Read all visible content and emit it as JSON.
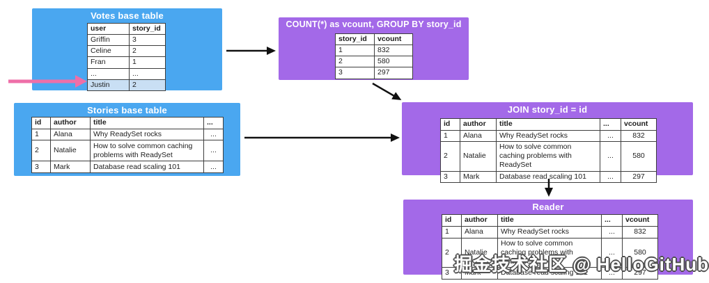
{
  "colors": {
    "blue": "#4AA7F0",
    "purple": "#A369E8",
    "row_highlight": "#C9DFF4",
    "pink_arrow": "#EE6FA8",
    "arrow_black": "#111111",
    "border": "#3d3d3d",
    "text": "#1d1d1d",
    "muted": "#8f8f8f",
    "title_text": "#ffffff",
    "wm_outline": "#4f4f4f"
  },
  "votes_table": {
    "title": "Votes base table",
    "headers": [
      "user",
      "story_id"
    ],
    "rows": [
      [
        "Griffin",
        "3"
      ],
      [
        "Celine",
        "2"
      ],
      [
        "Fran",
        "1"
      ],
      [
        "...",
        "..."
      ],
      [
        "Justin",
        "2"
      ]
    ],
    "highlighted_row": "Justin"
  },
  "count_table": {
    "title": "COUNT(*) as vcount, GROUP BY story_id",
    "headers": [
      "story_id",
      "vcount"
    ],
    "rows": [
      [
        "1",
        "832"
      ],
      [
        "2",
        "580"
      ],
      [
        "3",
        "297"
      ]
    ]
  },
  "stories_table": {
    "title": "Stories base table",
    "headers": [
      "id",
      "author",
      "title",
      "..."
    ],
    "rows": [
      [
        "1",
        "Alana",
        "Why ReadySet rocks",
        "..."
      ],
      [
        "2",
        "Natalie",
        "How to solve common caching problems with ReadySet",
        "..."
      ],
      [
        "3",
        "Mark",
        "Database read scaling 101",
        "..."
      ]
    ]
  },
  "join_table": {
    "title": "JOIN story_id = id",
    "headers": [
      "id",
      "author",
      "title",
      "...",
      "vcount"
    ],
    "rows": [
      [
        "1",
        "Alana",
        "Why ReadySet rocks",
        "...",
        "832"
      ],
      [
        "2",
        "Natalie",
        "How to solve common caching problems with ReadySet",
        "...",
        "580"
      ],
      [
        "3",
        "Mark",
        "Database read scaling 101",
        "...",
        "297"
      ]
    ]
  },
  "reader_table": {
    "title": "Reader",
    "headers": [
      "id",
      "author",
      "title",
      "...",
      "vcount"
    ],
    "rows": [
      [
        "1",
        "Alana",
        "Why ReadySet rocks",
        "...",
        "832"
      ],
      [
        "2",
        "Natalie",
        "How to solve common caching problems with ReadySet",
        "...",
        "580"
      ],
      [
        "3",
        "Mark",
        "Database read scaling 101",
        "...",
        "297"
      ]
    ]
  },
  "watermark": {
    "text": "掘金技术社区 @ HelloGitHub"
  }
}
